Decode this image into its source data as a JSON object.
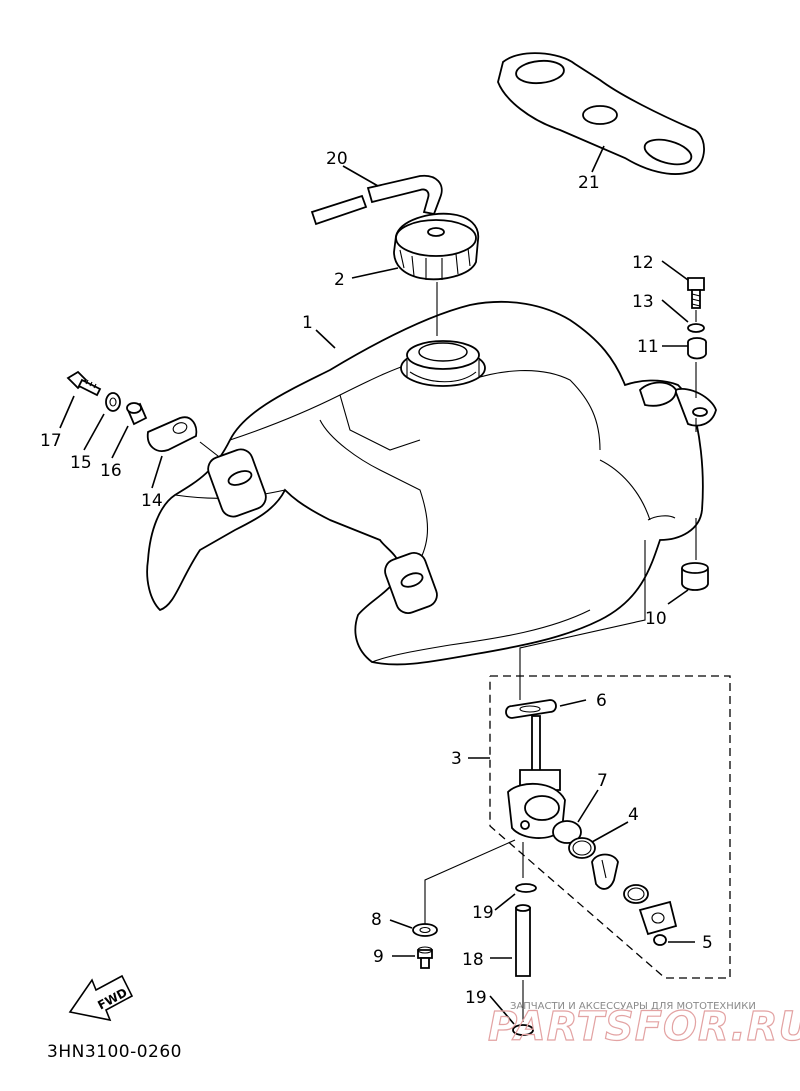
{
  "diagram_code": "3HN3100-0260",
  "fwd_label": "FWD",
  "watermark": {
    "top_text": "ЗАПЧАСТИ И АКСЕССУАРЫ ДЛЯ МОТОТЕХНИКИ",
    "brand": "PARTSFOR.RU"
  },
  "callouts": {
    "p1": "1",
    "p2": "2",
    "p3": "3",
    "p4": "4",
    "p5": "5",
    "p6": "6",
    "p7": "7",
    "p8": "8",
    "p9": "9",
    "p10": "10",
    "p11": "11",
    "p12": "12",
    "p13": "13",
    "p14": "14",
    "p15": "15",
    "p16": "16",
    "p17": "17",
    "p18": "18",
    "p19a": "19",
    "p19b": "19",
    "p20": "20",
    "p21": "21"
  }
}
